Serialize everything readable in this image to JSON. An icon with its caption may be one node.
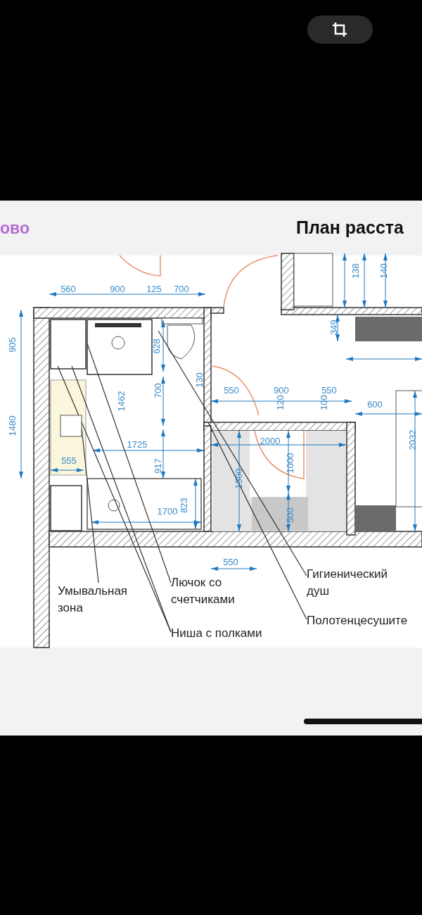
{
  "diagram": {
    "title": "План расста",
    "nodes": [
      {
        "text": [
          "Умывальная зона"
        ]
      },
      {
        "text": [
          "Лючок со счетчиками"
        ]
      },
      {
        "text": [
          "Гигиенический душ"
        ]
      },
      {
        "text": [
          "Полотенцесушите"
        ]
      },
      {
        "text": [
          "Ниша с полками"
        ]
      },
      {
        "text": [],
        "shape": "box"
      }
    ],
    "edges": [
      {
        "from": 0,
        "to": 5,
        "arrow": "none"
      },
      {
        "from": 4,
        "to": null,
        "arrow": "none"
      },
      {
        "from": 4,
        "to": null,
        "arrow": "none"
      },
      {
        "from": 1,
        "to": null,
        "arrow": "none"
      },
      {
        "from": 2,
        "to": null,
        "arrow": "none"
      },
      {
        "from": 3,
        "to": null,
        "arrow": "none"
      }
    ],
    "labels": [
      "ово",
      "138",
      "140",
      "560",
      "900",
      "125",
      "700",
      "349",
      "905",
      "628",
      "130",
      "550",
      "900",
      "550",
      "120",
      "100",
      "600",
      "1462",
      "700",
      "1725",
      "2000",
      "2032",
      "1480",
      "917",
      "1000",
      "555",
      "1500",
      "1700",
      "823",
      "500",
      "550"
    ]
  }
}
